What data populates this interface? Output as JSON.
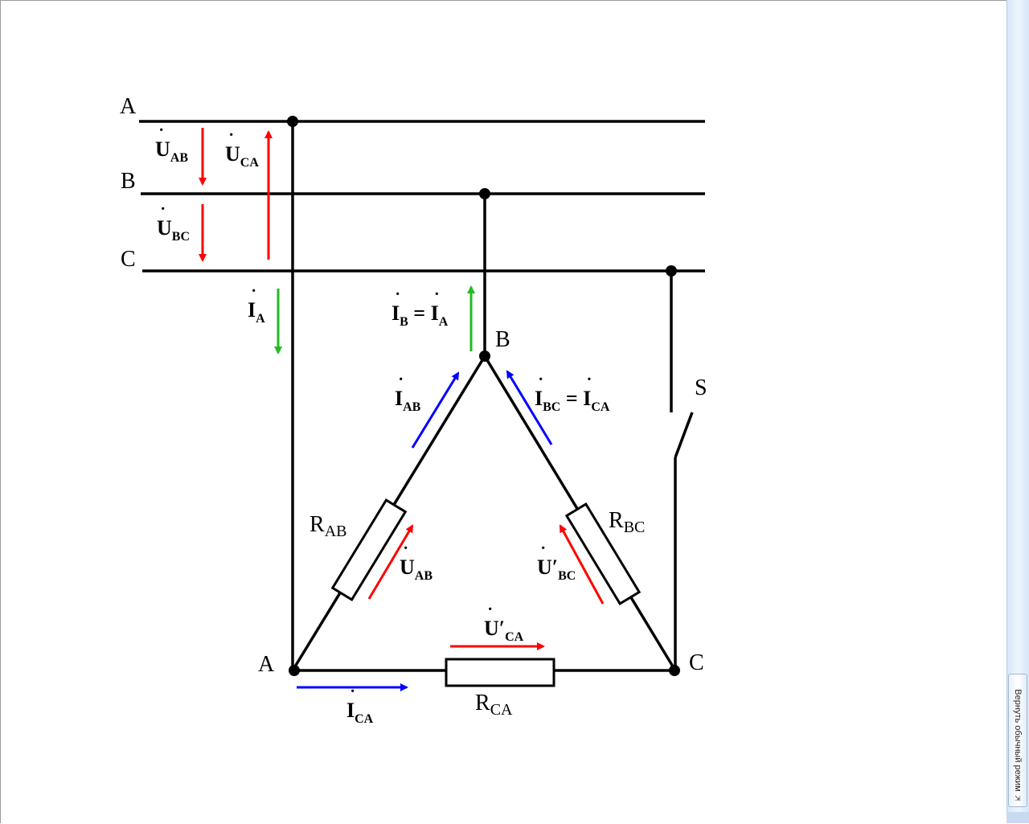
{
  "diagram": {
    "line_labels": {
      "a": "A",
      "b": "B",
      "c": "C"
    },
    "node_labels": {
      "a": "A",
      "b": "B",
      "c": "C"
    },
    "switch_label": "S",
    "resistors": {
      "ab": {
        "main": "R",
        "sub": "AB"
      },
      "bc": {
        "main": "R",
        "sub": "BC"
      },
      "ca": {
        "main": "R",
        "sub": "CA"
      }
    },
    "voltages": {
      "u_ab": {
        "main": "U",
        "sub": "AB"
      },
      "u_ca": {
        "main": "U",
        "sub": "CA"
      },
      "u_bc": {
        "main": "U",
        "sub": "BC"
      },
      "u_ab_load": {
        "main": "U",
        "sub": "AB"
      },
      "u_bc_load": {
        "main": "U′",
        "sub": "BC"
      },
      "u_ca_load": {
        "main": "U′",
        "sub": "CA"
      }
    },
    "currents": {
      "i_a": {
        "main": "I",
        "sub": "A"
      },
      "i_b_eq": {
        "main": "I",
        "sub": "B",
        "eq": "=",
        "main2": "I",
        "sub2": "A"
      },
      "i_ab": {
        "main": "I",
        "sub": "AB"
      },
      "i_bc_eq": {
        "main": "I",
        "sub": "BC",
        "eq": "=",
        "main2": "I",
        "sub2": "CA"
      },
      "i_ca": {
        "main": "I",
        "sub": "CA"
      }
    },
    "colors": {
      "wire": "#000000",
      "voltage": "#ff0000",
      "line_current": "#22bb22",
      "phase_current": "#0000ff"
    }
  },
  "sidebar": {
    "normal_mode_button": "Вернуть обычный режим",
    "icon": "exit-icon"
  }
}
